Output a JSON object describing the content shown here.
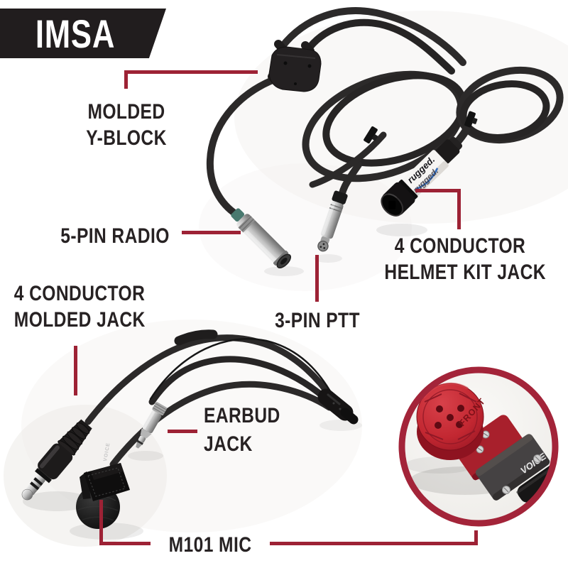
{
  "banner": {
    "title": "IMSA"
  },
  "callouts": {
    "molded_y_block": {
      "line1": "MOLDED",
      "line2": "Y-BLOCK"
    },
    "five_pin_radio": {
      "label": "5-PIN RADIO"
    },
    "helmet_kit_jack": {
      "line1": "4 CONDUCTOR",
      "line2": "HELMET KIT JACK"
    },
    "three_pin_ptt": {
      "label": "3-PIN PTT"
    },
    "molded_jack": {
      "line1": "4 CONDUCTOR",
      "line2": "MOLDED JACK"
    },
    "earbud_jack": {
      "line1": "EARBUD",
      "line2": "JACK"
    },
    "m101_mic": {
      "label": "M101 MIC"
    }
  },
  "markings": {
    "brand_label_1": "rugged.",
    "brand_label_2": "rugged.",
    "front_label": "FRONT",
    "voice_cable_inset": "VOICE",
    "voice_cable_mic": "VOICE"
  },
  "colors": {
    "accent_red": "#9d2235",
    "inset_ring_red": "#a32439",
    "mic_button_red": "#c22731",
    "label_text": "#272223",
    "banner_bg": "#211d1e",
    "cable_black": "#2b2929",
    "teal_band": "#49796f"
  }
}
